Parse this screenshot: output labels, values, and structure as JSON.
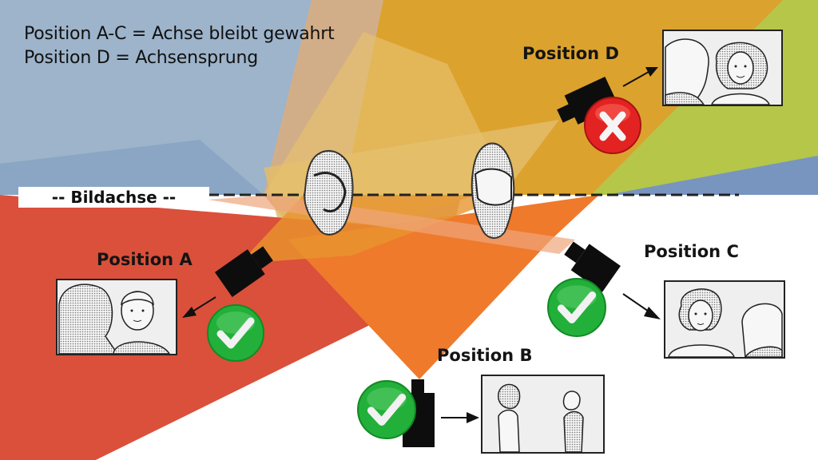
{
  "legend": {
    "line1": "Position A-C = Achse bleibt gewahrt",
    "line2": "Position D = Achsensprung"
  },
  "axis": {
    "label": "-- Bildachse --"
  },
  "positions": [
    {
      "id": "A",
      "label": "Position A",
      "status": "valid",
      "status_icon": "check-icon",
      "frame_content": "over-shoulder shot: back of head (left), boy facing camera (right)"
    },
    {
      "id": "B",
      "label": "Position B",
      "status": "valid",
      "status_icon": "check-icon",
      "frame_content": "profile shot: woman (left) facing man (right)"
    },
    {
      "id": "C",
      "label": "Position C",
      "status": "valid",
      "status_icon": "check-icon",
      "frame_content": "over-shoulder shot: woman facing camera (left), back of head (right)"
    },
    {
      "id": "D",
      "label": "Position D",
      "status": "axis-jump",
      "status_icon": "x-icon",
      "frame_content": "over-shoulder shot: back of head (left), woman facing camera (right)"
    }
  ],
  "colors": {
    "blue_zone": "#9db4cb",
    "tan_zone": "#d2ae88",
    "gold_zone": "#dca22e",
    "light_gold": "#e3bc6a",
    "green_zone": "#b6c649",
    "red_zone": "#da503a",
    "orange_zone": "#ef7a2c",
    "check_green": "#22b03a",
    "cross_red": "#e32222"
  }
}
